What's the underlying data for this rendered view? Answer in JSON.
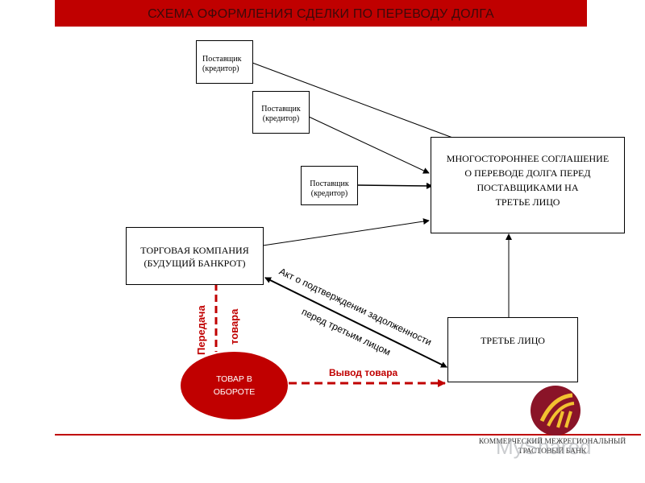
{
  "title": "СХЕМА ОФОРМЛЕНИЯ СДЕЛКИ ПО ПЕРЕВОДУ ДОЛГА",
  "suppliers": [
    {
      "line1": "Поставщик",
      "line2": "(кредитор)"
    },
    {
      "line1": "Поставщик",
      "line2": "(кредитор)"
    },
    {
      "line1": "Поставщик",
      "line2": "(кредитор)"
    }
  ],
  "agreement": {
    "line1": "МНОГОСТОРОННЕЕ СОГЛАШЕНИЕ",
    "line2": "О ПЕРЕВОДЕ ДОЛГА ПЕРЕД",
    "line3": "ПОСТАВЩИКАМИ НА",
    "line4": "ТРЕТЬЕ ЛИЦО"
  },
  "company": {
    "line1": "ТОРГОВАЯ КОМПАНИЯ",
    "line2": "(БУДУЩИЙ БАНКРОТ)"
  },
  "third_party": "ТРЕТЬЕ ЛИЦО",
  "goods": {
    "line1": "ТОВАР В",
    "line2": "ОБОРОТЕ"
  },
  "labels": {
    "transfer_word": "Передача",
    "goods_word": "товара",
    "withdrawal": "Вывод товара",
    "act_line1": "Акт о подтверждении задолженности",
    "act_line2": "перед третьим лицом"
  },
  "bank": {
    "line1": "КОММЕРЧЕСКИЙ МЕЖРЕГИОНАЛЬНЫЙ",
    "line2": "ТРАСТОВЫЙ БАНК"
  },
  "watermark": "MyShared",
  "colors": {
    "accent": "#c00000",
    "logo": "#8a1428"
  }
}
